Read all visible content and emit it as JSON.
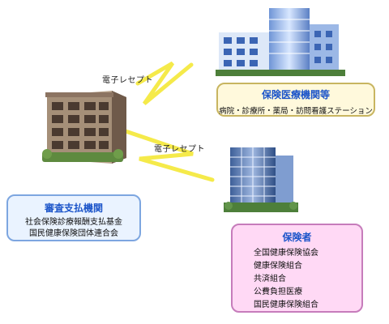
{
  "edges": [
    {
      "label": "電子レセプト"
    },
    {
      "label": "電子レセプト"
    }
  ],
  "nodes": {
    "shinsa": {
      "title": "審査支払機関",
      "lines": [
        "社会保険診療報酬支払基金",
        "国民健康保険団体連合会"
      ]
    },
    "hoken_iryo": {
      "title": "保険医療機関等",
      "lines": [
        "病院・診療所・薬局・訪問看護ステーション"
      ]
    },
    "hokensha": {
      "title": "保険者",
      "lines": [
        "全国健康保険協会",
        "健康保険組合",
        "共済組合",
        "公費負担医療",
        "国民健康保険組合"
      ]
    }
  },
  "colors": {
    "bolt": "#f5ea4a",
    "shinsa_fill": "#eaf3ff",
    "shinsa_border": "#7da6e0",
    "hoken_iryo_fill": "#fff9dc",
    "hoken_iryo_border": "#c8b560",
    "hokensha_fill": "#ffd9f5",
    "hokensha_border": "#c67cbb",
    "title_text": "#1b54c9"
  },
  "icons": [
    "clearing-house-building-icon",
    "hospital-building-icon",
    "insurer-office-building-icon",
    "lightning-bolt-icon"
  ]
}
